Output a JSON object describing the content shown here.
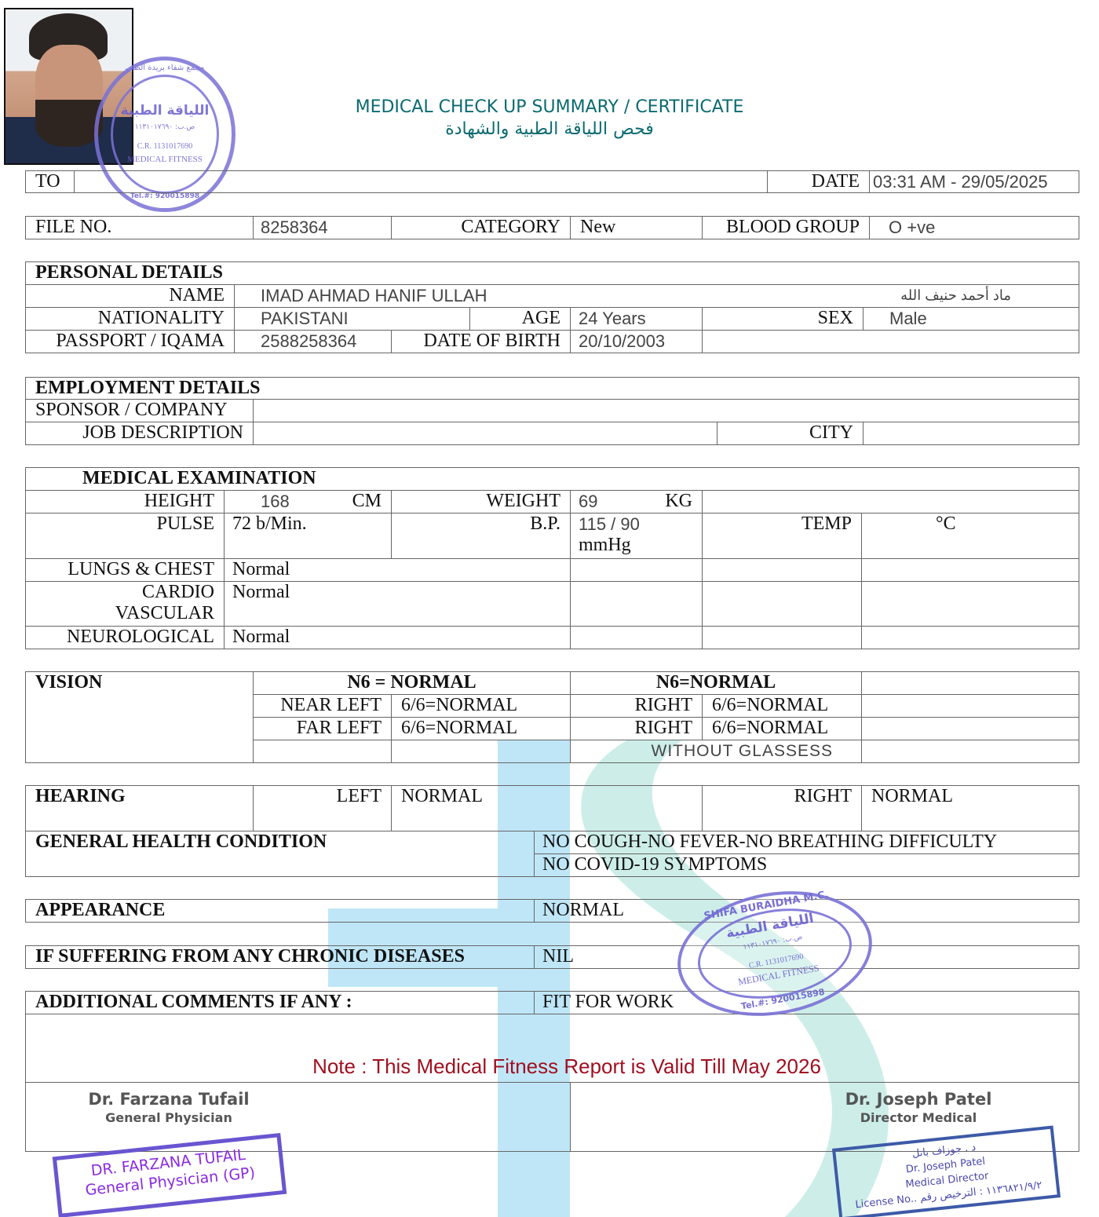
{
  "header": {
    "title_en": "MEDICAL CHECK UP SUMMARY / CERTIFICATE",
    "title_ar": "فحص اللياقة الطبية والشهادة"
  },
  "top": {
    "to_label": "TO",
    "to_value": "",
    "date_label": "DATE",
    "date_value": "03:31 AM -  29/05/2025"
  },
  "file": {
    "file_label": "FILE NO.",
    "file_value": "8258364",
    "category_label": "CATEGORY",
    "category_value": "New",
    "blood_label": "BLOOD GROUP",
    "blood_value": "O +ve"
  },
  "personal": {
    "heading": "PERSONAL DETAILS",
    "name_label": "NAME",
    "name_value": "IMAD AHMAD HANIF ULLAH",
    "name_ar": "ماد أحمد حنيف الله",
    "nationality_label": "NATIONALITY",
    "nationality_value": "PAKISTANI",
    "age_label": "AGE",
    "age_value": "24 Years",
    "sex_label": "SEX",
    "sex_value": "Male",
    "passport_label": "PASSPORT / IQAMA",
    "passport_value": "2588258364",
    "dob_label": "DATE OF BIRTH",
    "dob_value": "20/10/2003"
  },
  "employment": {
    "heading": "EMPLOYMENT DETAILS",
    "sponsor_label": "SPONSOR / COMPANY",
    "job_label": "JOB DESCRIPTION",
    "city_label": "CITY"
  },
  "exam": {
    "heading": "MEDICAL EXAMINATION",
    "height_label": "HEIGHT",
    "height_value": "168",
    "height_unit": "CM",
    "weight_label": "WEIGHT",
    "weight_value": "69",
    "weight_unit": "KG",
    "pulse_label": "PULSE",
    "pulse_value": "72 b/Min.",
    "bp_label": "B.P.",
    "bp_value": "115 / 90",
    "bp_unit": "mmHg",
    "temp_label": "TEMP",
    "temp_unit": "°C",
    "lungs_label": "LUNGS & CHEST",
    "lungs_value": "Normal",
    "cardio_label": "CARDIO VASCULAR",
    "cardio_value": "Normal",
    "neuro_label": "NEUROLOGICAL",
    "neuro_value": "Normal"
  },
  "vision": {
    "heading": "VISION",
    "left_header": "N6 = NORMAL",
    "right_header": "N6=NORMAL",
    "near_left_label": "NEAR LEFT",
    "near_left_value": "6/6=NORMAL",
    "near_right_label": "RIGHT",
    "near_right_value": "6/6=NORMAL",
    "far_left_label": "FAR LEFT",
    "far_left_value": "6/6=NORMAL",
    "far_right_label": "RIGHT",
    "far_right_value": "6/6=NORMAL",
    "note": "WITHOUT GLASSESS"
  },
  "hearing": {
    "heading": "HEARING",
    "left_label": "LEFT",
    "left_value": "NORMAL",
    "right_label": "RIGHT",
    "right_value": "NORMAL"
  },
  "general": {
    "heading": "GENERAL HEALTH CONDITION",
    "line1": "NO COUGH-NO FEVER-NO BREATHING DIFFICULTY",
    "line2": "NO COVID-19 SYMPTOMS"
  },
  "appearance": {
    "heading": "APPEARANCE",
    "value": "NORMAL"
  },
  "chronic": {
    "heading": "IF SUFFERING FROM ANY CHRONIC DISEASES",
    "value": "NIL"
  },
  "comments": {
    "heading": "ADDITIONAL COMMENTS IF ANY :",
    "value": "FIT FOR WORK",
    "note": "Note : This Medical Fitness Report is Valid Till May 2026"
  },
  "signatures": {
    "left": {
      "name": "Dr. Farzana Tufail",
      "title": "General Physician",
      "stamp_line1": "DR. FARZANA TUFAIL",
      "stamp_line2": "General Physician (GP)"
    },
    "right": {
      "name": "Dr. Joseph Patel",
      "title": "Director Medical",
      "stamp_ar": "د . جوزاف باتل",
      "stamp_line1": "Dr. Joseph Patel",
      "stamp_line2": "Medical Director",
      "stamp_line3": "License No.. ١١٣٦٨٢١/٩/٢ : الترخيص رقم"
    }
  },
  "clinic_stamp": {
    "name_en": "SHIFA BURAIDHA M.C.",
    "name_ar": "اللياقة الطبية",
    "arc_ar": "مجمع شفاء بريدة الطبي",
    "po": "ص.ب: ١١٣١٠١٧٦٩٠",
    "cr": "C.R. 1131017690",
    "label": "MEDICAL FITNESS",
    "tel": "Tel.#: 920015898"
  },
  "colors": {
    "title": "#0b6b70",
    "note": "#a01020",
    "stamp": "#6a5fd0",
    "watermark_blue": "#bfe6f7",
    "watermark_teal": "#cdeee8"
  }
}
